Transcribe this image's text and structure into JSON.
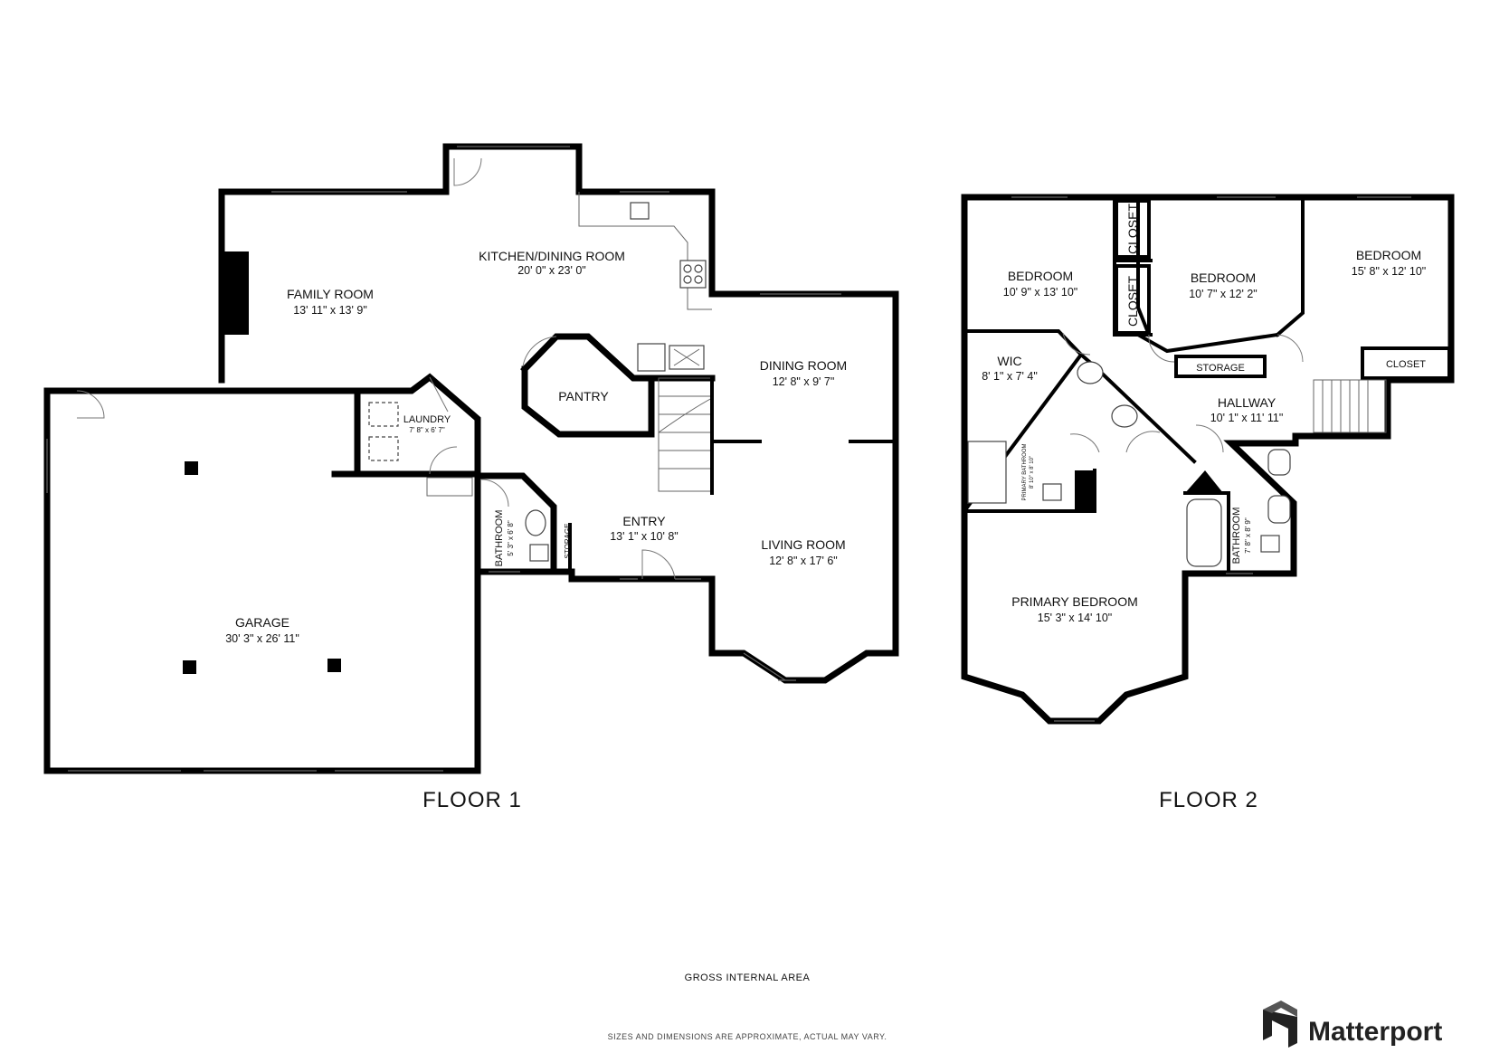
{
  "floors": [
    {
      "label": "FLOOR 1"
    },
    {
      "label": "FLOOR 2"
    }
  ],
  "rooms": {
    "family_room": {
      "name": "FAMILY ROOM",
      "dims": "13' 11\" x 13' 9\""
    },
    "kitchen_dining": {
      "name": "KITCHEN/DINING ROOM",
      "dims": "20' 0\" x 23' 0\""
    },
    "dining_room": {
      "name": "DINING ROOM",
      "dims": "12' 8\" x 9' 7\""
    },
    "pantry": {
      "name": "PANTRY"
    },
    "laundry": {
      "name": "LAUNDRY",
      "dims": "7' 8\" x 6' 7\""
    },
    "garage": {
      "name": "GARAGE",
      "dims": "30' 3\" x 26' 11\""
    },
    "bathroom_1": {
      "name": "BATHROOM",
      "dims": "5' 3\" x 6' 8\""
    },
    "storage_1": {
      "name": "STORAGE"
    },
    "entry": {
      "name": "ENTRY",
      "dims": "13' 1\" x 10' 8\""
    },
    "living_room": {
      "name": "LIVING ROOM",
      "dims": "12' 8\" x 17' 6\""
    },
    "bedroom_a": {
      "name": "BEDROOM",
      "dims": "10' 9\" x 13' 10\""
    },
    "closet_a": {
      "name": "CLOSET"
    },
    "closet_b": {
      "name": "CLOSET"
    },
    "bedroom_b": {
      "name": "BEDROOM",
      "dims": "10' 7\" x 12' 2\""
    },
    "bedroom_c": {
      "name": "BEDROOM",
      "dims": "15' 8\" x 12' 10\""
    },
    "closet_c": {
      "name": "CLOSET"
    },
    "wic": {
      "name": "WIC",
      "dims": "8' 1\" x 7' 4\""
    },
    "storage_2": {
      "name": "STORAGE"
    },
    "hallway": {
      "name": "HALLWAY",
      "dims": "10' 1\" x 11' 11\""
    },
    "primary_bathroom": {
      "name": "PRIMARY BATHROOM",
      "dims": "8' 10\" x 8' 10\""
    },
    "bathroom_2": {
      "name": "BATHROOM",
      "dims": "7' 8\" x 8' 9\""
    },
    "primary_bedroom": {
      "name": "PRIMARY BEDROOM",
      "dims": "15' 3\" x 14' 10\""
    }
  },
  "footer": {
    "gross_area_label": "GROSS INTERNAL AREA",
    "disclaimer": "SIZES AND DIMENSIONS ARE APPROXIMATE, ACTUAL MAY VARY."
  },
  "brand": {
    "name": "Matterport",
    "logo_icon": "matterport-logo-icon"
  }
}
